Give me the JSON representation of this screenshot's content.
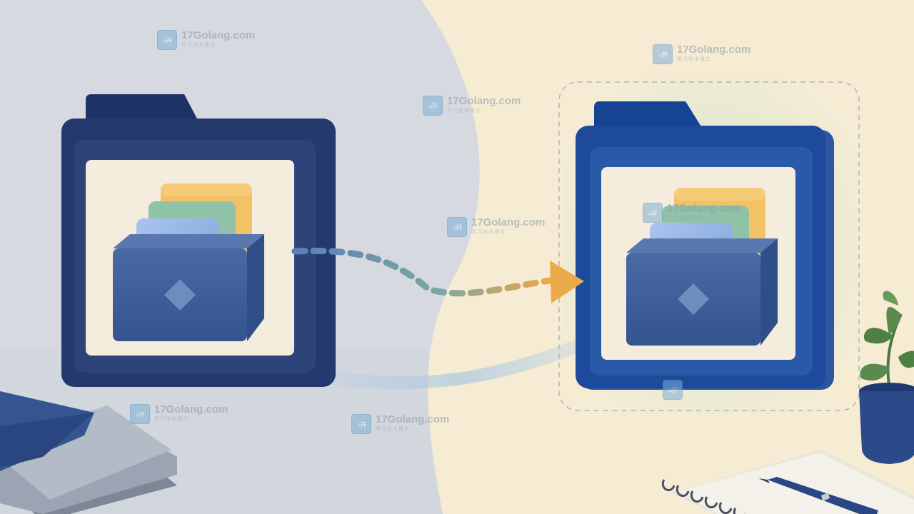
{
  "watermark": {
    "site": "17Golang.com",
    "logo_text": "∠开",
    "sub": "学习技术博文"
  },
  "colors": {
    "bg_left": "#d6dae0",
    "bg_right": "#f6ecd4",
    "folder_dark": "#243a6e",
    "folder_bright": "#1e4a9c",
    "card_yellow": "#f2c265",
    "card_green": "#8fc2a6",
    "card_blue": "#8fb0e0",
    "box_blue": "#40619d",
    "arrow_orange": "#eca949",
    "plant_green": "#5a8a4c",
    "pot_blue": "#2c4a8a"
  },
  "icons": [
    "source-folder-icon",
    "target-folder-icon",
    "file-box-icon",
    "transfer-arrow-icon",
    "notebook-icon",
    "pen-icon",
    "plant-icon",
    "paper-stack-icon"
  ]
}
